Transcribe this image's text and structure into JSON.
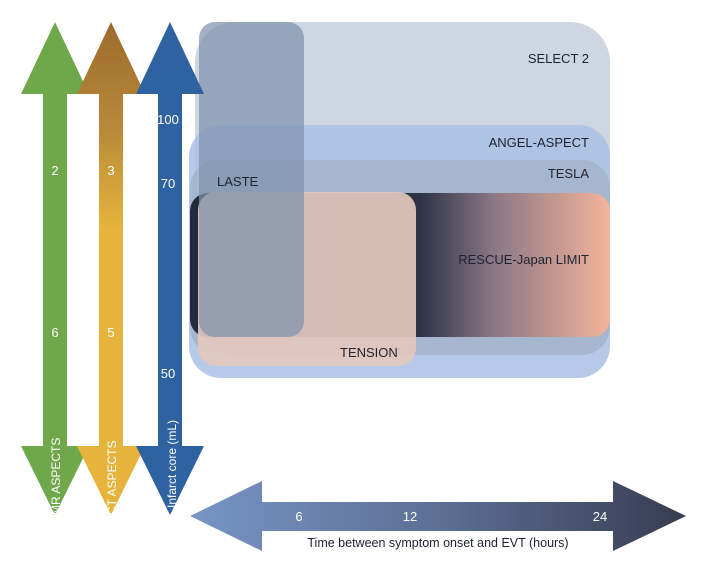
{
  "trials": {
    "select2": "SELECT 2",
    "angel_aspect": "ANGEL-ASPECT",
    "tesla": "TESLA",
    "laste": "LASTE",
    "rescue_japan_limit": "RESCUE-Japan LIMIT",
    "tension": "TENSION"
  },
  "axes": {
    "mr_aspects": {
      "title": "MR ASPECTS",
      "ticks": [
        "2",
        "6"
      ],
      "color": "#6ea84a"
    },
    "ct_aspects": {
      "title": "CT ASPECTS",
      "ticks": [
        "3",
        "5"
      ],
      "color": "#e6b43c"
    },
    "infarct_core": {
      "title": "Infarct core (mL)",
      "ticks": [
        "100",
        "70",
        "50"
      ],
      "color": "#2f62a0"
    },
    "time": {
      "title": "Time between symptom onset and EVT (hours)",
      "ticks": [
        "6",
        "12",
        "24"
      ],
      "gradient": [
        "#7895c6",
        "#3a4259"
      ]
    }
  },
  "colors": {
    "select2_fill": "#c5cfdc",
    "angel_fill": "#a9c0e4",
    "tesla_fill": "#a5b4ca",
    "laste_fill": "#8698b2",
    "rescue_dark": "#232a3c",
    "rescue_light": "#f4b59a",
    "tension_fill": "#e3c8bd"
  }
}
